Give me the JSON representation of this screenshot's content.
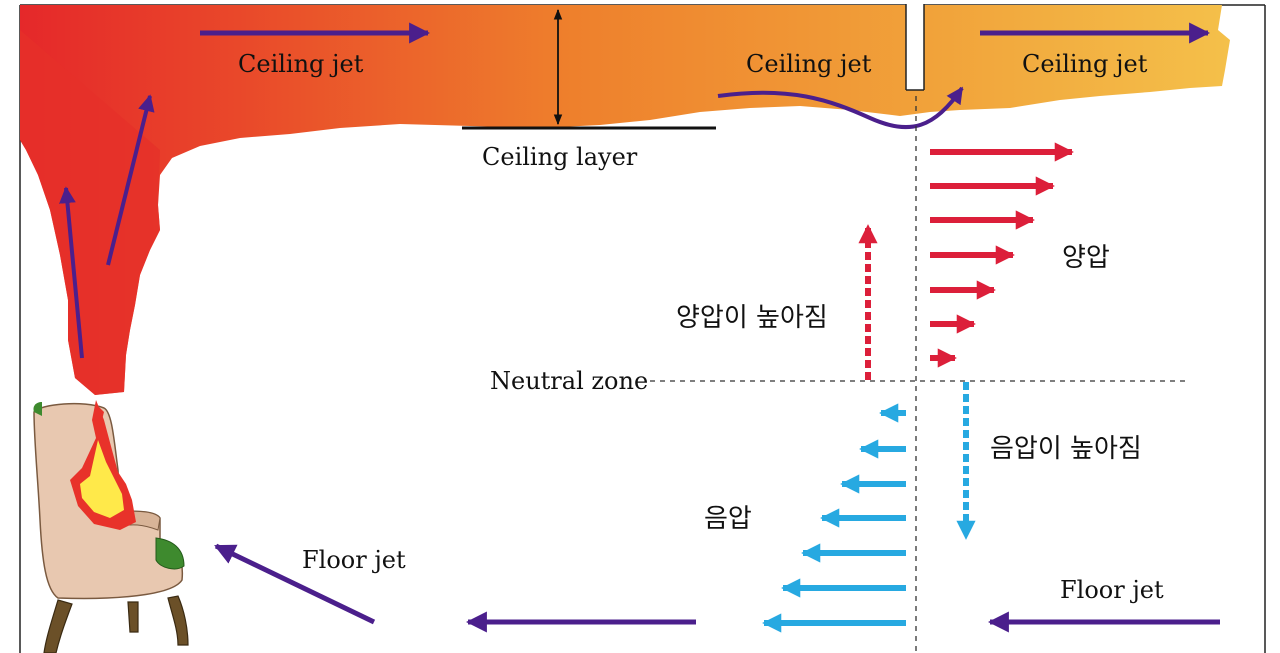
{
  "labels": {
    "ceiling_jet_left": "Ceiling jet",
    "ceiling_jet_middle": "Ceiling jet",
    "ceiling_jet_right": "Ceiling jet",
    "ceiling_layer": "Ceiling layer",
    "neutral_zone": "Neutral zone",
    "positive_pressure": "양압",
    "positive_pressure_rising": "양압이 높아짐",
    "negative_pressure_rising": "음압이 높아짐",
    "negative_pressure": "음압",
    "floor_jet_left": "Floor jet",
    "floor_jet_right": "Floor jet"
  },
  "colors": {
    "smoke_hot": "#e8322a",
    "smoke_mid": "#ee7a2c",
    "smoke_warm": "#f3b541",
    "flow_arrow": "#4b1f8c",
    "positive_arrow": "#dc1f3a",
    "negative_arrow": "#27a9e1",
    "chair_fabric": "#e8c8b0",
    "chair_green": "#3e8a2e",
    "chair_leg": "#6b5028",
    "flame_outer": "#e8322a",
    "flame_inner": "#ffe94a"
  },
  "icons": {
    "fire": "flame-icon",
    "chair": "armchair-icon"
  }
}
